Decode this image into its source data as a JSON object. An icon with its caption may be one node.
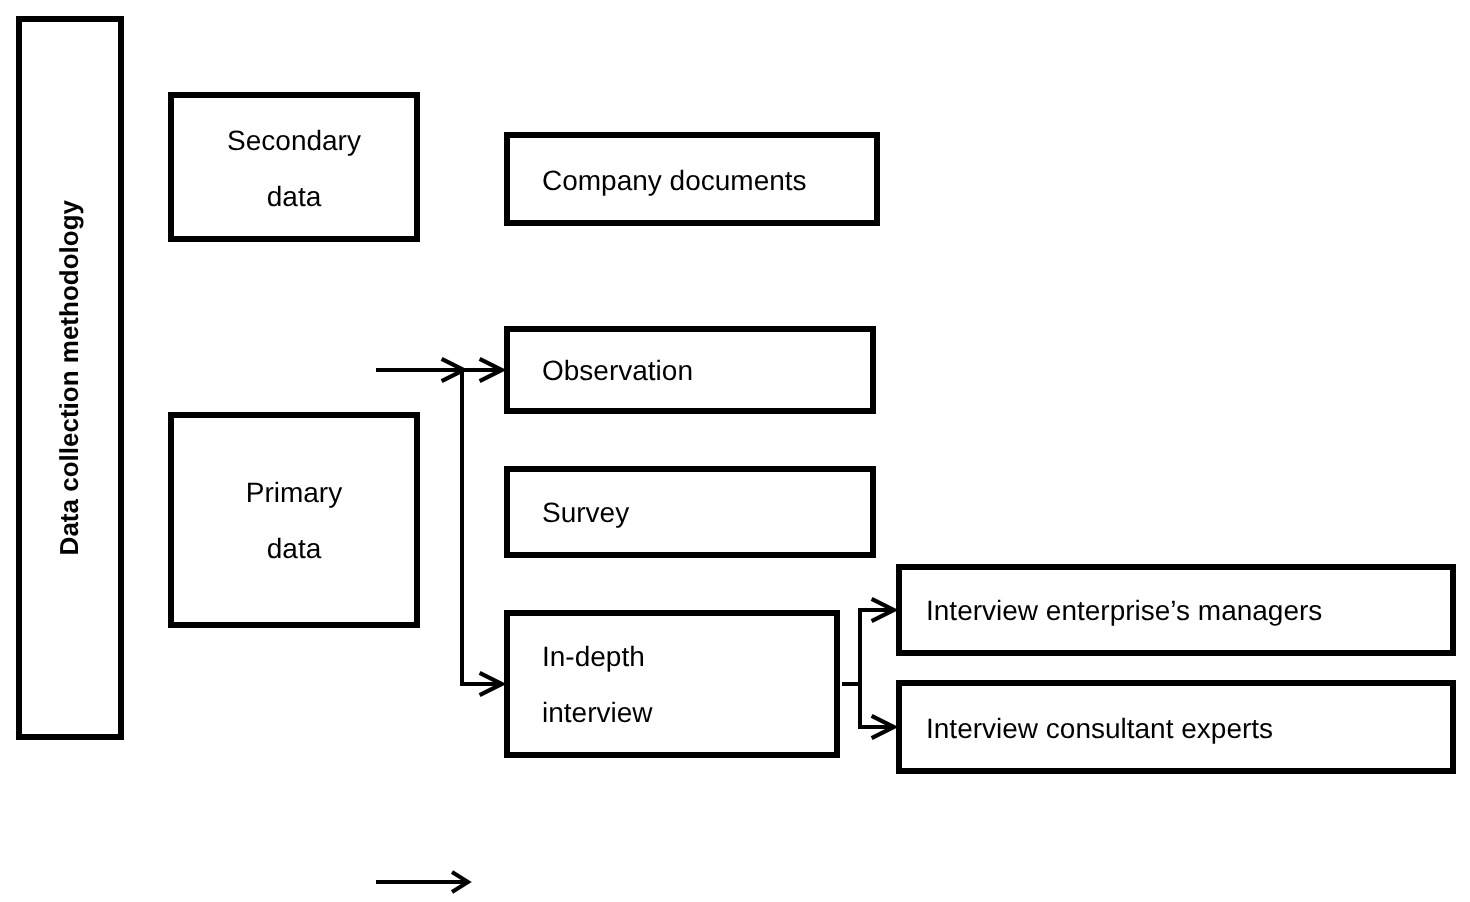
{
  "diagram": {
    "nodes": [
      {
        "text": [
          "Data collection methodology"
        ]
      },
      {
        "text": [
          "Secondary data"
        ]
      },
      {
        "text": [
          "Company documents"
        ]
      },
      {
        "text": [
          "Primary data"
        ]
      },
      {
        "text": [
          "Observation"
        ]
      },
      {
        "text": [
          "Survey"
        ]
      },
      {
        "text": [
          "In-depth interview"
        ]
      },
      {
        "text": [
          "Interview enterprise’s managers"
        ]
      },
      {
        "text": [
          "Interview consultant experts"
        ]
      }
    ],
    "edges": [
      {
        "from": null,
        "to": 4,
        "arrow": "to"
      },
      {
        "from": null,
        "to": 6,
        "arrow": "to"
      },
      {
        "from": 6,
        "to": 7,
        "arrow": "to"
      },
      {
        "from": 6,
        "to": 8,
        "arrow": "to"
      }
    ]
  }
}
